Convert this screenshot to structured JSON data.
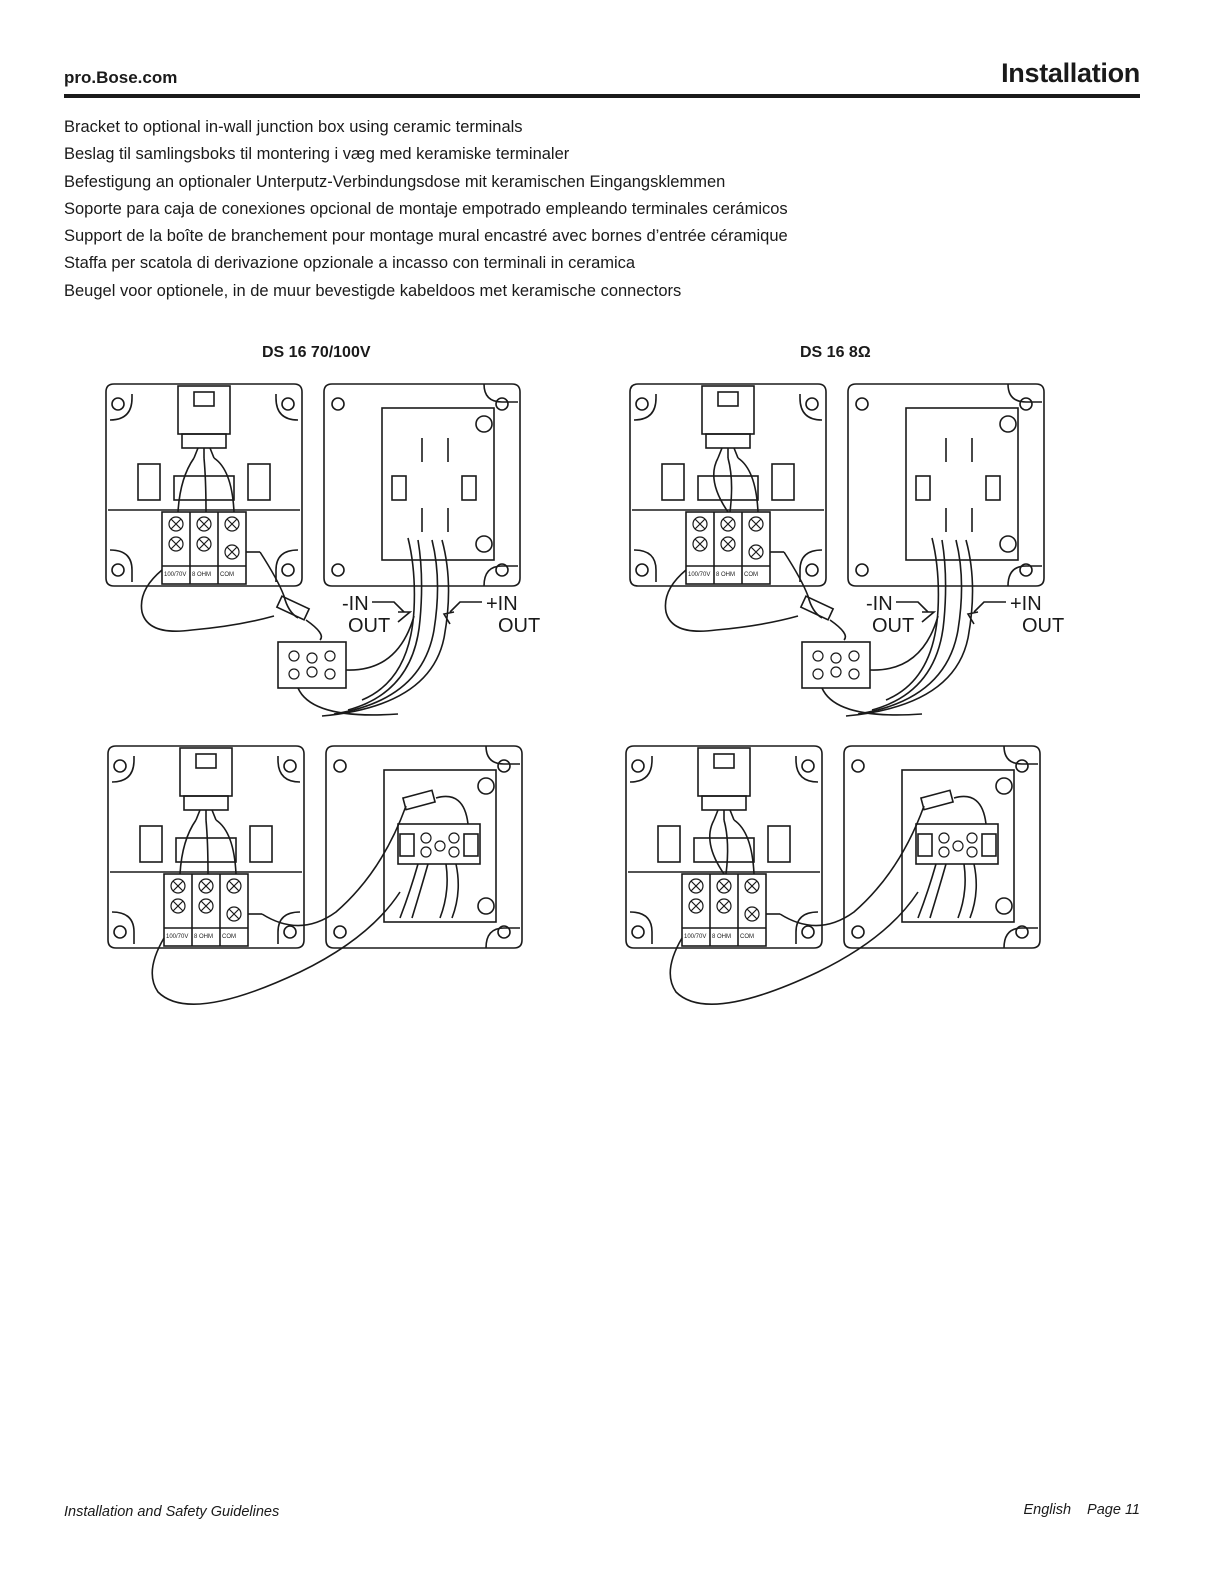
{
  "header": {
    "site": "pro.Bose.com",
    "title": "Installation"
  },
  "captions": [
    "Bracket to optional in-wall junction box using ceramic terminals",
    "Beslag til samlingsboks til montering i væg med keramiske terminaler",
    "Befestigung an optionaler Unterputz-Verbindungsdose mit keramischen Eingangsklemmen",
    "Soporte para caja de conexiones opcional de montaje empotrado empleando terminales cerámicos",
    "Support de la boîte de branchement pour montage mural encastré avec bornes d’entrée céramique",
    "Staffa per scatola di derivazione opzionale a incasso con terminali in ceramica",
    "Beugel voor optionele, in de muur bevestigde kabeldoos met keramische connectors"
  ],
  "diagrams": {
    "left_title": "DS 16 70/100V",
    "right_title": "DS 16 8Ω",
    "wire_labels": {
      "neg_in": "-IN",
      "neg_out": "OUT",
      "pos_in": "+IN",
      "pos_out": "OUT"
    },
    "terminal_labels": [
      "100/70V",
      "8 OHM",
      "COM"
    ]
  },
  "footer": {
    "left": "Installation and Safety Guidelines",
    "language": "English",
    "page": "Page 11"
  }
}
